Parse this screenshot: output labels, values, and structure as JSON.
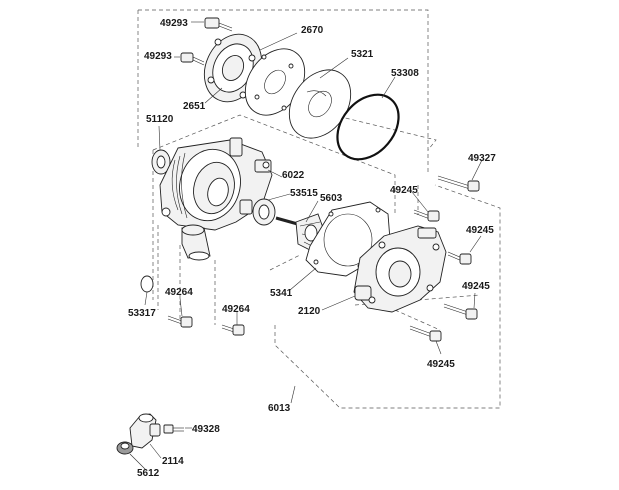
{
  "callouts": [
    {
      "id": "49293_top",
      "text": "49293"
    },
    {
      "id": "2670",
      "text": "2670"
    },
    {
      "id": "49293_mid",
      "text": "49293"
    },
    {
      "id": "5321",
      "text": "5321"
    },
    {
      "id": "53308",
      "text": "53308"
    },
    {
      "id": "2651",
      "text": "2651"
    },
    {
      "id": "51120",
      "text": "51120"
    },
    {
      "id": "49327",
      "text": "49327"
    },
    {
      "id": "6022",
      "text": "6022"
    },
    {
      "id": "49245_a",
      "text": "49245"
    },
    {
      "id": "53515",
      "text": "53515"
    },
    {
      "id": "5603",
      "text": "5603"
    },
    {
      "id": "49245_b",
      "text": "49245"
    },
    {
      "id": "5341",
      "text": "5341"
    },
    {
      "id": "49245_c",
      "text": "49245"
    },
    {
      "id": "2120",
      "text": "2120"
    },
    {
      "id": "49264_a",
      "text": "49264"
    },
    {
      "id": "53317",
      "text": "53317"
    },
    {
      "id": "49264_b",
      "text": "49264"
    },
    {
      "id": "49245_d",
      "text": "49245"
    },
    {
      "id": "6013",
      "text": "6013"
    },
    {
      "id": "49328",
      "text": "49328"
    },
    {
      "id": "2114",
      "text": "2114"
    },
    {
      "id": "5612",
      "text": "5612"
    }
  ]
}
